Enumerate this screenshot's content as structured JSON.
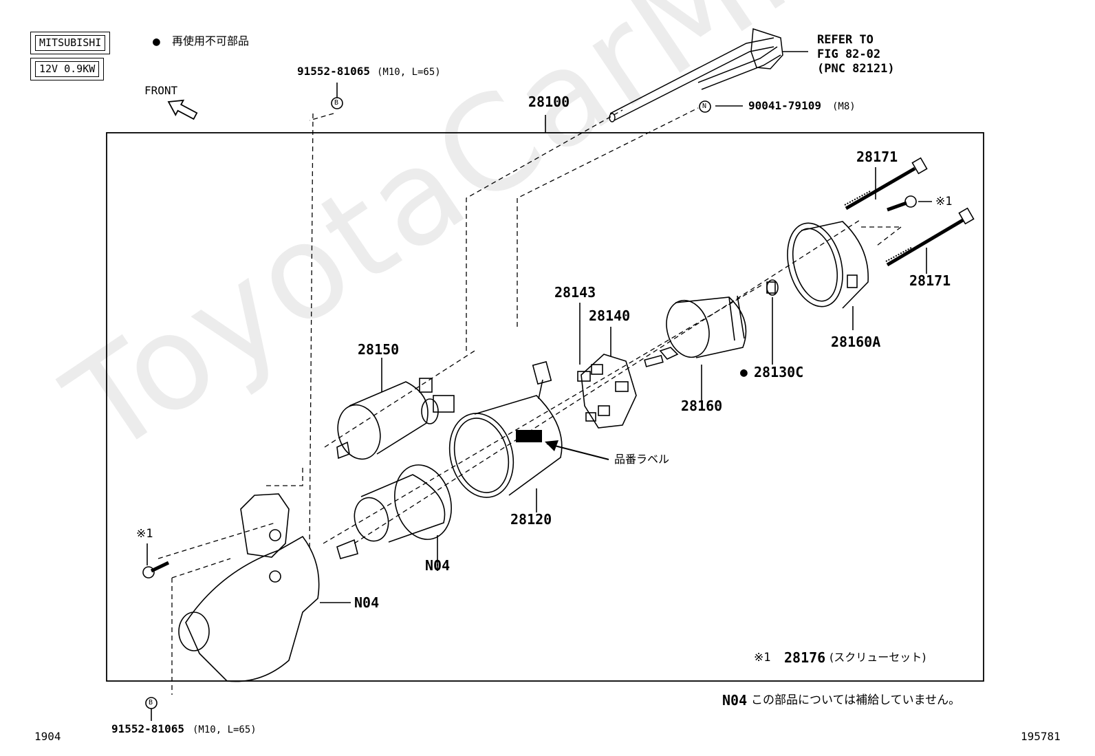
{
  "watermark": "ToyotaCarMine.ru",
  "header": {
    "maker": "MITSUBISHI",
    "spec": "12V 0.9KW",
    "legend_bullet": "●",
    "legend_text": "再使用不可部品",
    "front": "FRONT"
  },
  "refer": {
    "line1": "REFER TO",
    "line2": "FIG 82-02",
    "line3": "(PNC 82121)"
  },
  "callouts": {
    "bolt_b_top": "91552-81065",
    "bolt_b_top_spec": "(M10, L=65)",
    "bolt_b_bottom": "91552-81065",
    "bolt_b_bottom_spec": "(M10, L=65)",
    "marker_b": "B",
    "marker_n": "N",
    "nut_n": "90041-79109",
    "nut_n_spec": "(M8)"
  },
  "parts": {
    "assembly": "28100",
    "bolt_upper": "28171",
    "bolt_lower": "28171",
    "screw_mark": "※1",
    "screw_mark_left": "※1",
    "end_cover": "28160A",
    "bearing_bullet": "●",
    "bearing": "28130C",
    "armature": "28160",
    "brush_plate": "28143",
    "brush_holder": "28140",
    "solenoid": "28150",
    "yoke": "28120",
    "label_note": "品番ラベル",
    "clutch": "N04",
    "housing": "N04"
  },
  "notes": {
    "screw_set_mark": "※1",
    "screw_set_pn": "28176",
    "screw_set_desc": "(スクリューセット)",
    "n04_pn": "N04",
    "n04_desc": "この部品については補給していません。"
  },
  "footer": {
    "left_code": "1904",
    "right_code": "195781"
  }
}
